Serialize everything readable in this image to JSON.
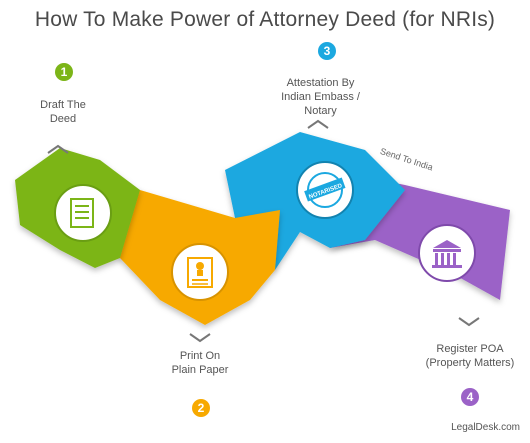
{
  "title": "How To Make Power of Attorney Deed (for NRIs)",
  "steps": [
    {
      "number": "1",
      "label_lines": [
        "Draft The",
        "Deed"
      ],
      "color": "#7cb518",
      "icon": "document-icon"
    },
    {
      "number": "2",
      "label_lines": [
        "Print On",
        "Plain Paper"
      ],
      "color": "#f7a900",
      "icon": "stamp-paper-icon"
    },
    {
      "number": "3",
      "label_lines": [
        "Attestation By",
        "Indian Embass /",
        "Notary"
      ],
      "color": "#1ba8e0",
      "icon": "notarised-seal-icon"
    },
    {
      "number": "4",
      "label_lines": [
        "Register POA",
        "(Property Matters)"
      ],
      "color": "#9b62c7",
      "icon": "government-building-icon"
    }
  ],
  "connector_note": "Send To India",
  "seal_text": "NOTARISED",
  "footer": "LegalDesk.com"
}
